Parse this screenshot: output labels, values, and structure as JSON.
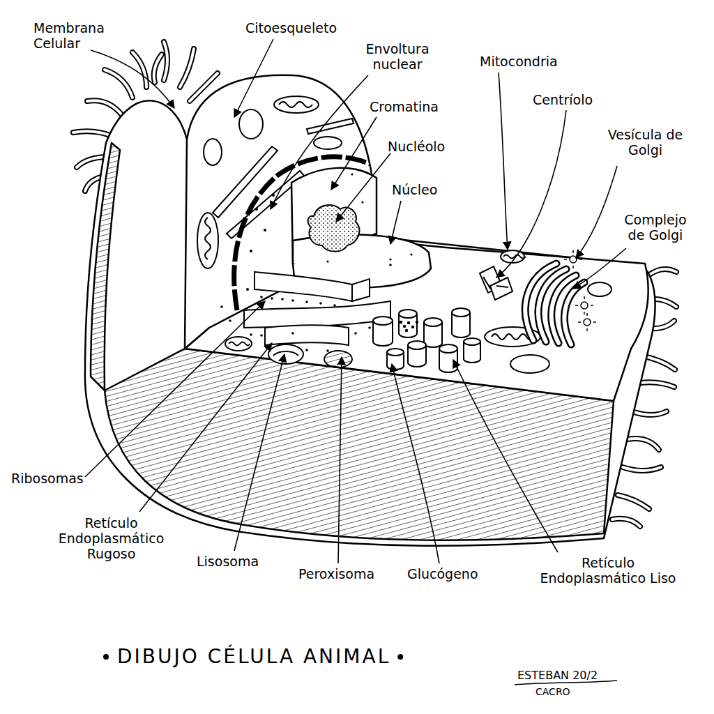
{
  "diagram": {
    "title": "DIBUJO CÉLULA ANIMAL",
    "labels": [
      "Membrana Celular",
      "Citoesqueleto",
      "Envoltura nuclear",
      "Cromatina",
      "Nucléolo",
      "Núcleo",
      "Mitocondria",
      "Centríolo",
      "Vesícula de Golgi",
      "Complejo de Golgi",
      "Ribosomas",
      "Retículo Endoplasmático Rugoso",
      "Lisosoma",
      "Peroxisoma",
      "Glucógeno",
      "Retículo Endoplasmático Liso",
      "ESTEBAN 20/2",
      "CACRO"
    ]
  }
}
